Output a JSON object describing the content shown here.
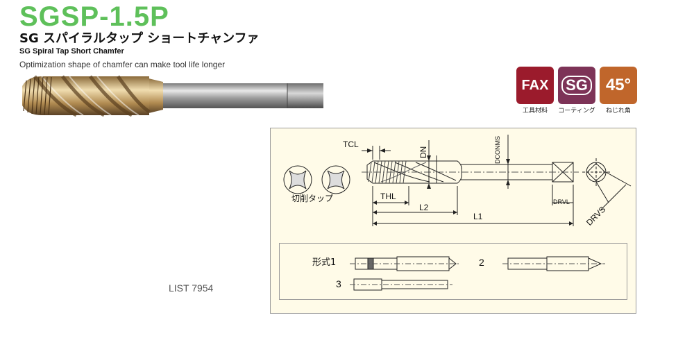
{
  "header": {
    "title": "SGSP-1.5P",
    "subtitle_jp": "SG スパイラルタップ ショートチャンファ",
    "subtitle_en": "SG Spiral Tap Short Chamfer",
    "description": "Optimization shape of chamfer can make tool life longer"
  },
  "badges": [
    {
      "label": "FAX",
      "caption": "工具材料",
      "color": "#9b1b2c"
    },
    {
      "label": "SG",
      "caption": "コーティング",
      "color": "#7d3357"
    },
    {
      "label": "45°",
      "caption": "ねじれ角",
      "color": "#c0662b"
    }
  ],
  "drawing": {
    "tcl": "TCL",
    "dn": "DN",
    "dconms": "DCONMS",
    "thl": "THL",
    "l2": "L2",
    "l1": "L1",
    "drvl": "DRVL",
    "drvs": "DRVS",
    "cross_section_label": "切削タップ"
  },
  "types": {
    "type1_label": "形式1",
    "type2_label": "2",
    "type3_label": "3"
  },
  "footer": {
    "list_number": "LIST 7954"
  }
}
